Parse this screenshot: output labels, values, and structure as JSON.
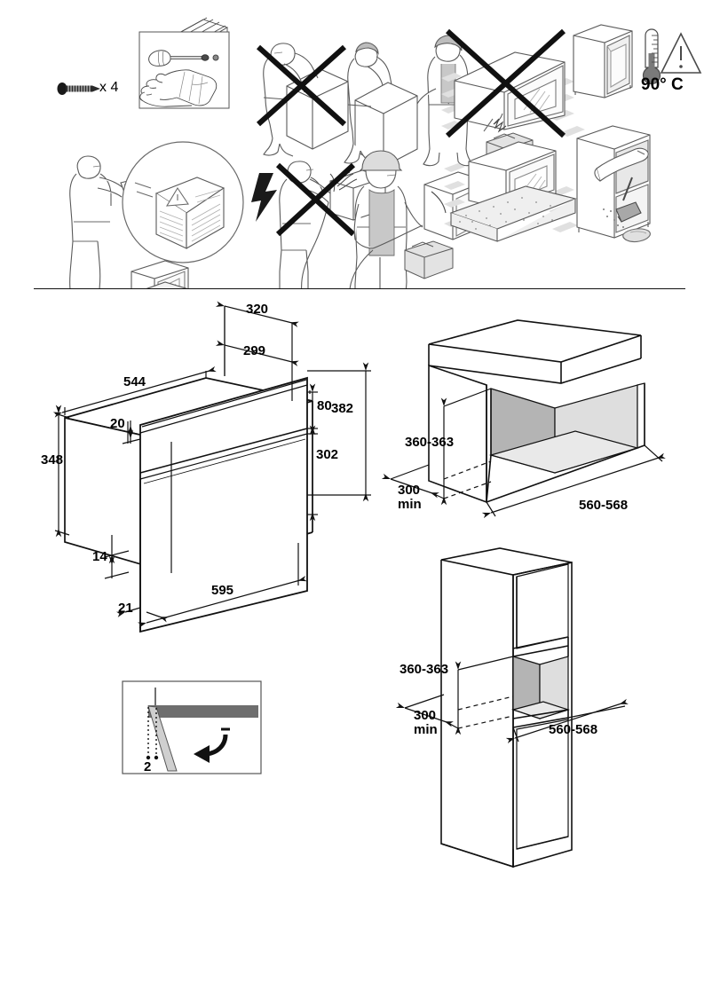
{
  "document": {
    "type": "appliance-installation-instruction-sheet",
    "page_background": "#ffffff",
    "line_color": "#111111"
  },
  "sections": {
    "pictograms": {
      "name": "safety-and-preparation-pictograms",
      "items": [
        {
          "id": "screw-qty",
          "icon": "screw-icon",
          "label": "x 4"
        },
        {
          "id": "tools-box",
          "icon": "tools-screwdriver-gloves-icon",
          "label": ""
        },
        {
          "id": "one-person-lift-forbidden",
          "icon": "one-person-lifting-crossed-out-icon",
          "label": ""
        },
        {
          "id": "two-person-lift",
          "icon": "two-people-lifting-icon",
          "label": ""
        },
        {
          "id": "no-drop-on-hard-floor",
          "icon": "oven-dropped-crossed-out-icon",
          "label": ""
        },
        {
          "id": "cabinet-heat-resistance",
          "icon": "cabinet-thermometer-warning-icon",
          "label": "90° C"
        },
        {
          "id": "read-manual",
          "icon": "person-reading-manual-icon",
          "label": ""
        },
        {
          "id": "no-diy-electrical",
          "icon": "non-professional-wiring-crossed-out-icon",
          "label": ""
        },
        {
          "id": "qualified-electrician",
          "icon": "professional-installer-wiring-icon",
          "label": ""
        },
        {
          "id": "place-on-soft-surface",
          "icon": "oven-on-padded-surface-icon",
          "label": ""
        },
        {
          "id": "clean-cabinet",
          "icon": "clean-cabinet-interior-icon",
          "label": ""
        }
      ]
    },
    "appliance_dimensions": {
      "name": "appliance-dimension-drawing",
      "unit": "mm",
      "labels": {
        "depth_total": "320",
        "depth_body": "299",
        "width_body": "544",
        "top_panel_height": "80",
        "front_total_height": "382",
        "top_offset": "20",
        "door_height": "302",
        "body_height": "348",
        "bottom_offset": "14",
        "front_trim": "21",
        "width_front": "595"
      }
    },
    "niche_under_counter": {
      "name": "under-counter-niche-drawing",
      "unit": "mm",
      "labels": {
        "height": "360-363",
        "depth": "300\nmin",
        "width": "560-568"
      }
    },
    "niche_tall_column": {
      "name": "tall-column-niche-drawing",
      "unit": "mm",
      "labels": {
        "height": "360-363",
        "depth": "300\nmin",
        "width": "560-568"
      }
    },
    "door_clearance_detail": {
      "name": "door-clearance-detail-panel",
      "unit": "mm",
      "labels": {
        "gap": "2"
      }
    }
  }
}
